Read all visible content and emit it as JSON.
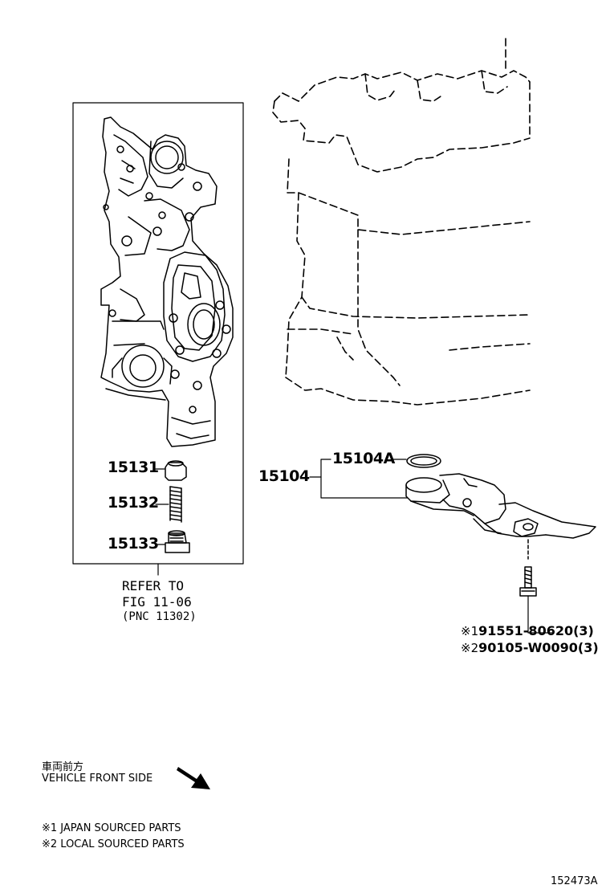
{
  "parts": {
    "p15131": "15131",
    "p15132": "15132",
    "p15133": "15133",
    "p15104": "15104",
    "p15104A": "15104A"
  },
  "reference": {
    "line1": "REFER TO",
    "line2": "FIG 11-06",
    "line3": "(PNC 11302)"
  },
  "bolts": [
    {
      "mark": "※1",
      "number": "91551-80620(3)"
    },
    {
      "mark": "※2",
      "number": "90105-W0090(3)"
    }
  ],
  "direction": {
    "japanese": "車両前方",
    "english": "VEHICLE FRONT SIDE"
  },
  "legend": {
    "note1": "※1 JAPAN SOURCED PARTS",
    "note2": "※2 LOCAL SOURCED PARTS"
  },
  "figure_id": "152473A"
}
